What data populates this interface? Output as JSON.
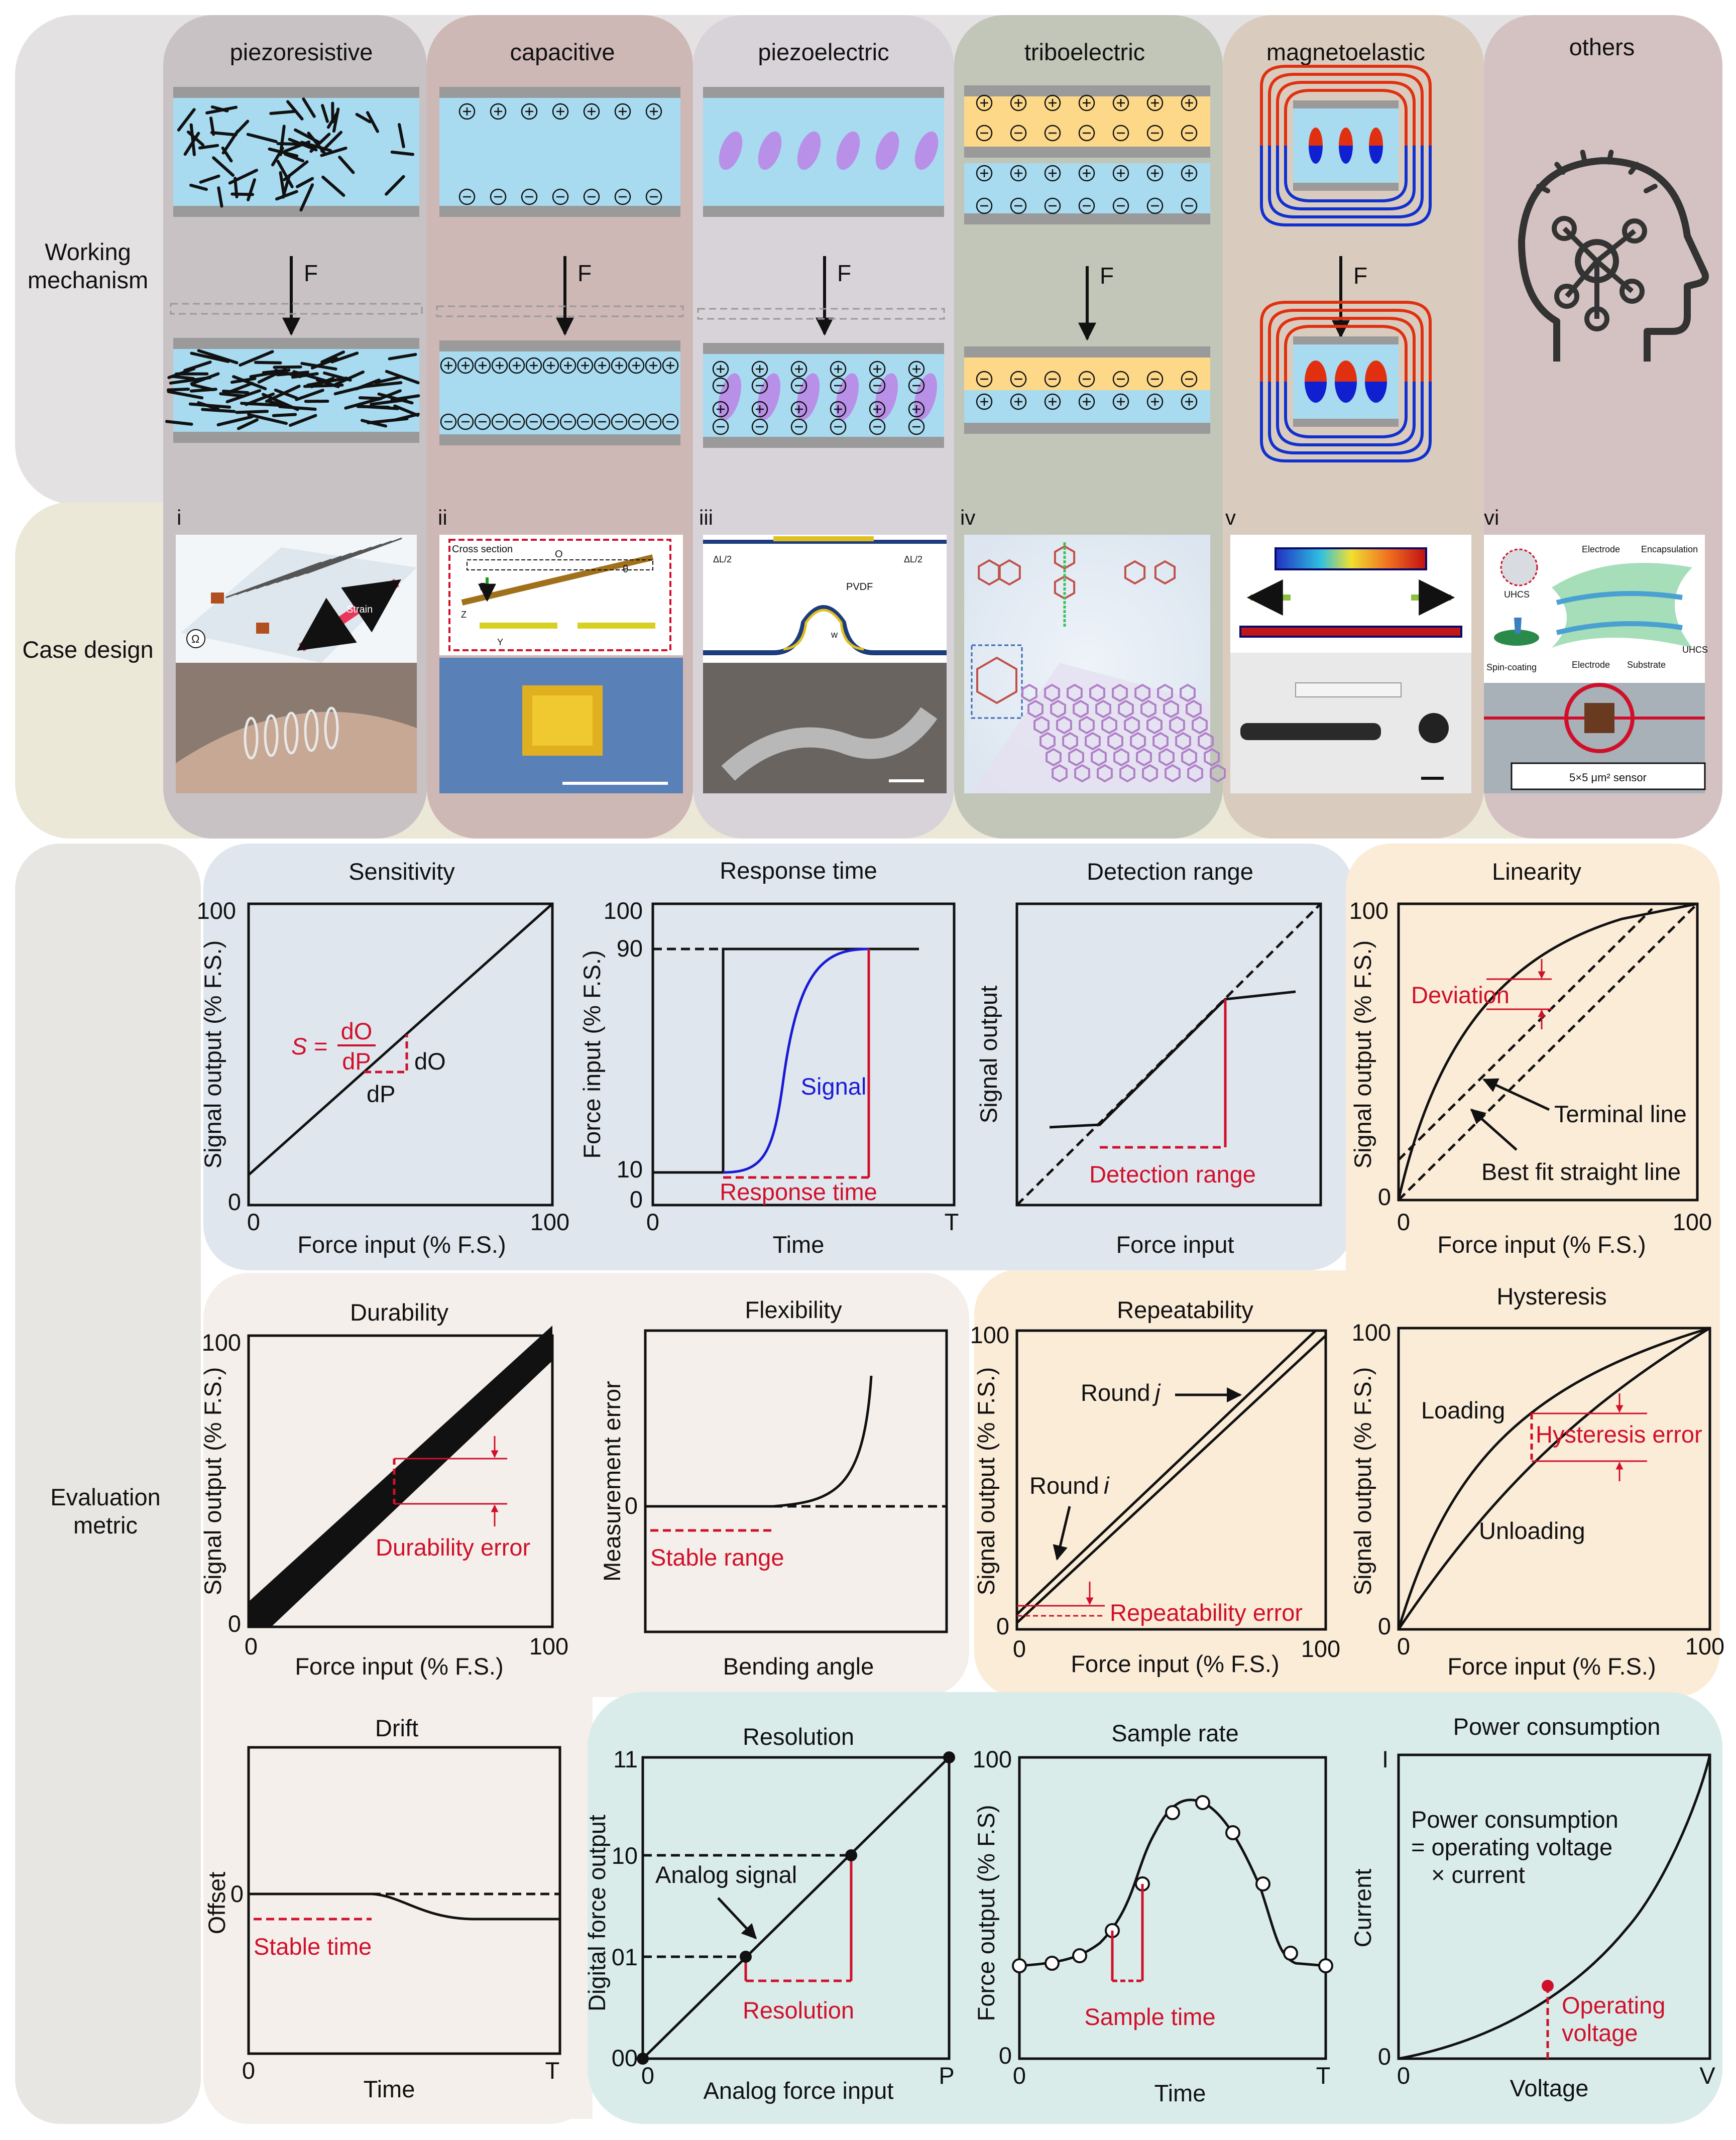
{
  "sections": {
    "working_mechanism": [
      "Working",
      "mechanism"
    ],
    "case_design": "Case design",
    "evaluation_metric": [
      "Evaluation",
      "metric"
    ]
  },
  "mechanisms": [
    {
      "title": "piezoresistive",
      "roman": "i",
      "bg": "#c8c2c5"
    },
    {
      "title": "capacitive",
      "roman": "ii",
      "bg": "#cdb8b5"
    },
    {
      "title": "piezoelectric",
      "roman": "iii",
      "bg": "#d8d3d9"
    },
    {
      "title": "triboelectric",
      "roman": "iv",
      "bg": "#c1c6b8"
    },
    {
      "title": "magnetoelastic",
      "roman": "v",
      "bg": "#dacbbf"
    },
    {
      "title": "others",
      "roman": "vi",
      "bg": "#d4c2c2"
    }
  ],
  "force_label": "F",
  "case_labels": {
    "strain": "Strain",
    "ohm": "Ω",
    "cross_section": "Cross section",
    "theta": "θ",
    "o": "O",
    "f": "F",
    "z": "Z",
    "y": "Y",
    "pvdf": "PVDF",
    "dl2": "ΔL/2",
    "w": "w",
    "electrode": "Electrode",
    "encapsulation": "Encapsulation",
    "uhcs": "UHCS",
    "spin_coating": "Spin-coating",
    "substrate": "Substrate",
    "sensor": "5×5 μm² sensor"
  },
  "colors": {
    "red": "#d0102a",
    "blue_panel": "#dfe6ee",
    "peach_panel": "#fbecd8",
    "beige_panel": "#f4efea",
    "teal_panel": "#d9ecea",
    "signal_blue": "#1a1ad6"
  },
  "panels": {
    "sensitivity": {
      "title": "Sensitivity",
      "ylabel": "Signal output (% F.S.)",
      "xlabel": "Force input (% F.S.)",
      "y_top": "100",
      "zero": "0",
      "x_end": "100",
      "eq_s": "S =",
      "eq_num": "dO",
      "eq_den": "dP",
      "do": "dO",
      "dp": "dP"
    },
    "response_time": {
      "title": "Response time",
      "ylabel": "Force input (% F.S.)",
      "xlabel": "Time",
      "y_top": "100",
      "y_90": "90",
      "y_10": "10",
      "zero_y": "0",
      "zero_x": "0",
      "x_end": "T",
      "signal": "Signal",
      "annotation": "Response time"
    },
    "detection_range": {
      "title": "Detection range",
      "ylabel": "Signal output",
      "xlabel": "Force input",
      "annotation": "Detection range"
    },
    "linearity": {
      "title": "Linearity",
      "ylabel": "Signal output (% F.S.)",
      "xlabel": "Force input (% F.S.)",
      "y_top": "100",
      "zero": "0",
      "x_end": "100",
      "deviation": "Deviation",
      "terminal": "Terminal line",
      "best_fit": "Best fit straight line"
    },
    "durability": {
      "title": "Durability",
      "ylabel": "Signal output (% F.S.)",
      "xlabel": "Force input (% F.S.)",
      "y_top": "100",
      "zero_y": "0",
      "zero_x": "0",
      "x_end": "100",
      "annotation": "Durability error"
    },
    "flexibility": {
      "title": "Flexibility",
      "ylabel": "Measurement error",
      "xlabel": "Bending angle",
      "zero": "0",
      "annotation": "Stable range"
    },
    "repeatability": {
      "title": "Repeatability",
      "ylabel": "Signal output (% F.S.)",
      "xlabel": "Force input (% F.S.)",
      "y_top": "100",
      "zero_y": "0",
      "zero_x": "0",
      "x_end": "100",
      "round_j": "Round",
      "round_i": "Round",
      "j": "j",
      "i": "i",
      "annotation": "Repeatability error"
    },
    "hysteresis": {
      "title": "Hysteresis",
      "ylabel": "Signal output (% F.S.)",
      "xlabel": "Force input (% F.S.)",
      "y_top": "100",
      "zero_y": "0",
      "zero_x": "0",
      "x_end": "100",
      "loading": "Loading",
      "unloading": "Unloading",
      "annotation": "Hysteresis error"
    },
    "drift": {
      "title": "Drift",
      "ylabel": "Offset",
      "xlabel": "Time",
      "zero_y": "0",
      "zero_x": "0",
      "x_end": "T",
      "annotation": "Stable time"
    },
    "resolution": {
      "title": "Resolution",
      "ylabel": "Digital force output",
      "xlabel": "Analog force input",
      "y11": "11",
      "y10": "10",
      "y01": "01",
      "y00": "00",
      "zero_x": "0",
      "x_end": "P",
      "analog": "Analog signal",
      "annotation": "Resolution"
    },
    "sample_rate": {
      "title": "Sample rate",
      "ylabel": "Force output  (% F.S)",
      "xlabel": "Time",
      "y_top": "100",
      "zero_y": "0",
      "zero_x": "0",
      "x_end": "T",
      "annotation": "Sample time"
    },
    "power": {
      "title": "Power consumption",
      "ylabel": "Current",
      "xlabel": "Voltage",
      "y_top": "I",
      "zero": "0",
      "x_end": "V",
      "line1": "Power consumption",
      "line2": "= operating voltage",
      "line3": "× current",
      "op1": "Operating",
      "op2": "voltage"
    }
  }
}
